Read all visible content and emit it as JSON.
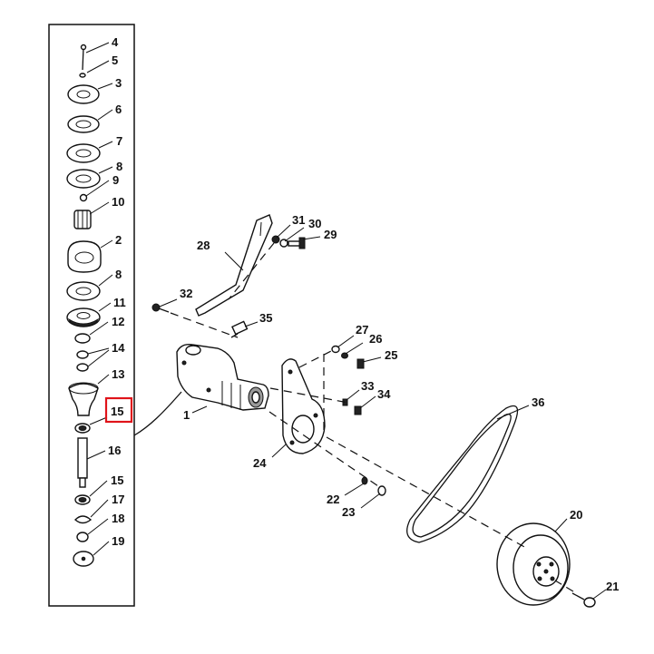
{
  "diagram": {
    "highlight_color": "#e0141a",
    "callouts": [
      {
        "id": "c4",
        "text": "4"
      },
      {
        "id": "c5",
        "text": "5"
      },
      {
        "id": "c3",
        "text": "3"
      },
      {
        "id": "c6",
        "text": "6"
      },
      {
        "id": "c7",
        "text": "7"
      },
      {
        "id": "c8a",
        "text": "8"
      },
      {
        "id": "c9",
        "text": "9"
      },
      {
        "id": "c10",
        "text": "10"
      },
      {
        "id": "c2",
        "text": "2"
      },
      {
        "id": "c8b",
        "text": "8"
      },
      {
        "id": "c11",
        "text": "11"
      },
      {
        "id": "c12",
        "text": "12"
      },
      {
        "id": "c14",
        "text": "14"
      },
      {
        "id": "c13",
        "text": "13"
      },
      {
        "id": "c15a",
        "text": "15"
      },
      {
        "id": "c16",
        "text": "16"
      },
      {
        "id": "c15b",
        "text": "15"
      },
      {
        "id": "c17",
        "text": "17"
      },
      {
        "id": "c18",
        "text": "18"
      },
      {
        "id": "c19",
        "text": "19"
      },
      {
        "id": "c1",
        "text": "1"
      },
      {
        "id": "c28",
        "text": "28"
      },
      {
        "id": "c31",
        "text": "31"
      },
      {
        "id": "c30",
        "text": "30"
      },
      {
        "id": "c29",
        "text": "29"
      },
      {
        "id": "c32",
        "text": "32"
      },
      {
        "id": "c35",
        "text": "35"
      },
      {
        "id": "c27",
        "text": "27"
      },
      {
        "id": "c26",
        "text": "26"
      },
      {
        "id": "c25",
        "text": "25"
      },
      {
        "id": "c33",
        "text": "33"
      },
      {
        "id": "c34",
        "text": "34"
      },
      {
        "id": "c36",
        "text": "36"
      },
      {
        "id": "c24",
        "text": "24"
      },
      {
        "id": "c22",
        "text": "22"
      },
      {
        "id": "c23",
        "text": "23"
      },
      {
        "id": "c20",
        "text": "20"
      },
      {
        "id": "c21",
        "text": "21"
      }
    ]
  }
}
